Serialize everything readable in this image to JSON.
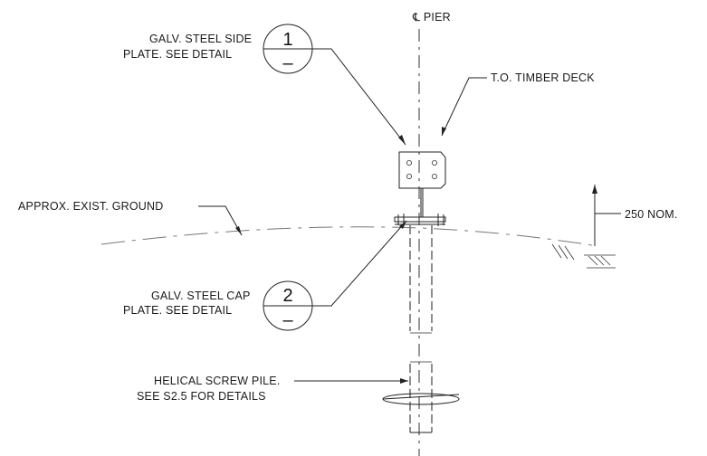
{
  "pier_label": "℄ PIER",
  "callout_1": {
    "line1": "GALV. STEEL SIDE",
    "line2": "PLATE. SEE DETAIL",
    "number": "1",
    "sheet": "–"
  },
  "timber_deck_label": "T.O. TIMBER DECK",
  "ground_label": "APPROX. EXIST. GROUND",
  "dimension_label": "250 NOM.",
  "callout_2": {
    "line1": "GALV. STEEL CAP",
    "line2": "PLATE. SEE DETAIL",
    "number": "2",
    "sheet": "–"
  },
  "pile_label": {
    "line1": "HELICAL SCREW PILE.",
    "line2": "SEE S2.5 FOR DETAILS"
  }
}
